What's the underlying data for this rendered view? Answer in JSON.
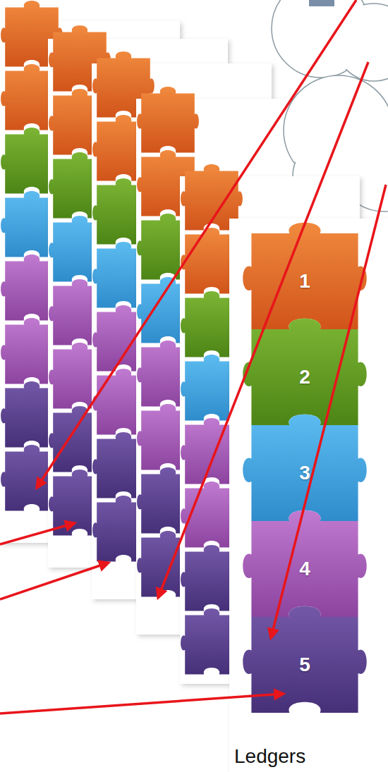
{
  "diagram": {
    "nodes": [
      {
        "text": [
          "1"
        ]
      },
      {
        "text": [
          "2"
        ]
      },
      {
        "text": [
          "3"
        ]
      },
      {
        "text": [
          "4"
        ]
      },
      {
        "text": [
          "5"
        ]
      }
    ],
    "labels": [
      "Ledgers"
    ]
  }
}
